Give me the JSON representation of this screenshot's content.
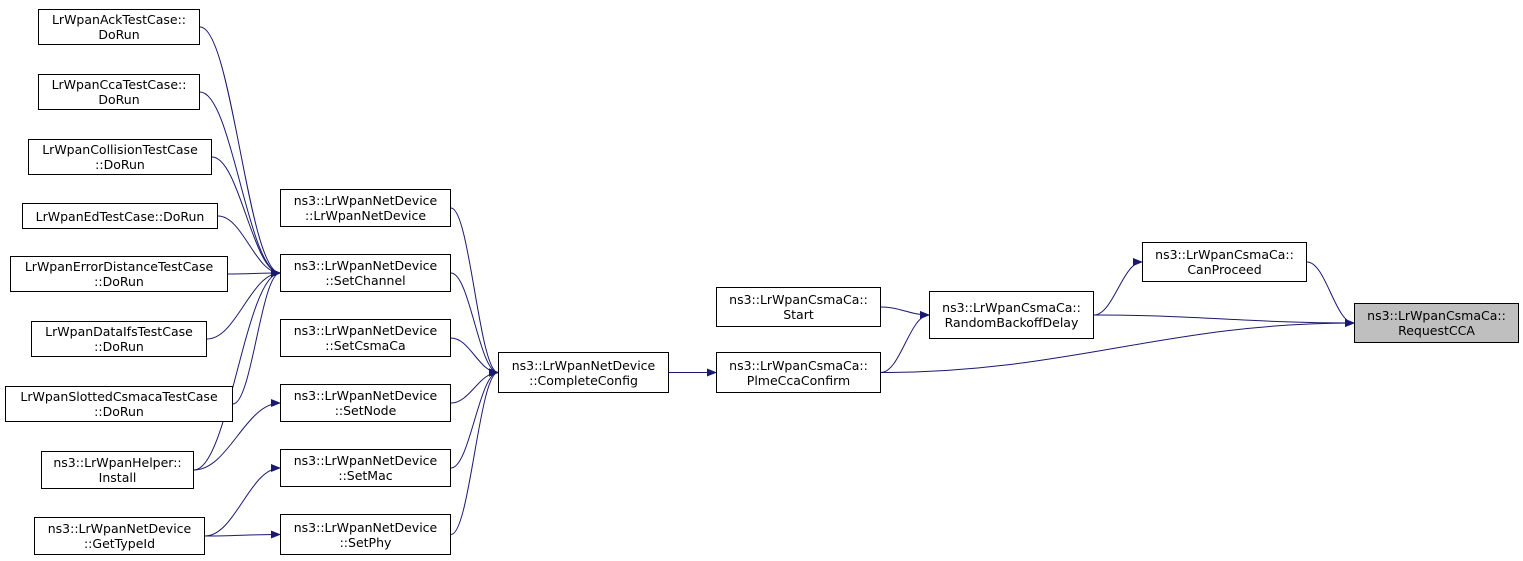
{
  "diagram": {
    "colors": {
      "edge": "#191970",
      "node_border": "#000000",
      "node_fill": "#ffffff",
      "current_fill": "#bfbfbf"
    },
    "nodes": [
      {
        "id": "ack",
        "lines": [
          "LrWpanAckTestCase::",
          "DoRun"
        ]
      },
      {
        "id": "cca",
        "lines": [
          "LrWpanCcaTestCase::",
          "DoRun"
        ]
      },
      {
        "id": "collision",
        "lines": [
          "LrWpanCollisionTestCase",
          "::DoRun"
        ]
      },
      {
        "id": "ed",
        "lines": [
          "LrWpanEdTestCase::DoRun"
        ]
      },
      {
        "id": "errdist",
        "lines": [
          "LrWpanErrorDistanceTestCase",
          "::DoRun"
        ]
      },
      {
        "id": "dataifs",
        "lines": [
          "LrWpanDataIfsTestCase",
          "::DoRun"
        ]
      },
      {
        "id": "slotted",
        "lines": [
          "LrWpanSlottedCsmacaTestCase",
          "::DoRun"
        ]
      },
      {
        "id": "helper",
        "lines": [
          "ns3::LrWpanHelper::",
          "Install"
        ]
      },
      {
        "id": "gettypeid",
        "lines": [
          "ns3::LrWpanNetDevice",
          "::GetTypeId"
        ]
      },
      {
        "id": "ctor",
        "lines": [
          "ns3::LrWpanNetDevice",
          "::LrWpanNetDevice"
        ]
      },
      {
        "id": "setchannel",
        "lines": [
          "ns3::LrWpanNetDevice",
          "::SetChannel"
        ]
      },
      {
        "id": "setcsmaca",
        "lines": [
          "ns3::LrWpanNetDevice",
          "::SetCsmaCa"
        ]
      },
      {
        "id": "setnode",
        "lines": [
          "ns3::LrWpanNetDevice",
          "::SetNode"
        ]
      },
      {
        "id": "setmac",
        "lines": [
          "ns3::LrWpanNetDevice",
          "::SetMac"
        ]
      },
      {
        "id": "setphy",
        "lines": [
          "ns3::LrWpanNetDevice",
          "::SetPhy"
        ]
      },
      {
        "id": "completeconfig",
        "lines": [
          "ns3::LrWpanNetDevice",
          "::CompleteConfig"
        ]
      },
      {
        "id": "start",
        "lines": [
          "ns3::LrWpanCsmaCa::",
          "Start"
        ]
      },
      {
        "id": "plme",
        "lines": [
          "ns3::LrWpanCsmaCa::",
          "PlmeCcaConfirm"
        ]
      },
      {
        "id": "randombackoff",
        "lines": [
          "ns3::LrWpanCsmaCa::",
          "RandomBackoffDelay"
        ]
      },
      {
        "id": "canproceed",
        "lines": [
          "ns3::LrWpanCsmaCa::",
          "CanProceed"
        ]
      },
      {
        "id": "requestcca",
        "lines": [
          "ns3::LrWpanCsmaCa::",
          "RequestCCA"
        ],
        "current": true
      }
    ],
    "edges": [
      {
        "from": "requestcca",
        "to": "canproceed"
      },
      {
        "from": "requestcca",
        "to": "randombackoff"
      },
      {
        "from": "requestcca",
        "to": "plme"
      },
      {
        "from": "canproceed",
        "to": "randombackoff"
      },
      {
        "from": "randombackoff",
        "to": "start"
      },
      {
        "from": "randombackoff",
        "to": "plme"
      },
      {
        "from": "plme",
        "to": "completeconfig"
      },
      {
        "from": "completeconfig",
        "to": "ctor"
      },
      {
        "from": "completeconfig",
        "to": "setchannel"
      },
      {
        "from": "completeconfig",
        "to": "setcsmaca"
      },
      {
        "from": "completeconfig",
        "to": "setnode"
      },
      {
        "from": "completeconfig",
        "to": "setmac"
      },
      {
        "from": "completeconfig",
        "to": "setphy"
      },
      {
        "from": "setchannel",
        "to": "ack"
      },
      {
        "from": "setchannel",
        "to": "cca"
      },
      {
        "from": "setchannel",
        "to": "collision"
      },
      {
        "from": "setchannel",
        "to": "ed"
      },
      {
        "from": "setchannel",
        "to": "errdist"
      },
      {
        "from": "setchannel",
        "to": "dataifs"
      },
      {
        "from": "setchannel",
        "to": "slotted"
      },
      {
        "from": "setchannel",
        "to": "helper"
      },
      {
        "from": "setnode",
        "to": "helper"
      },
      {
        "from": "setmac",
        "to": "gettypeid"
      },
      {
        "from": "setphy",
        "to": "gettypeid"
      }
    ]
  }
}
